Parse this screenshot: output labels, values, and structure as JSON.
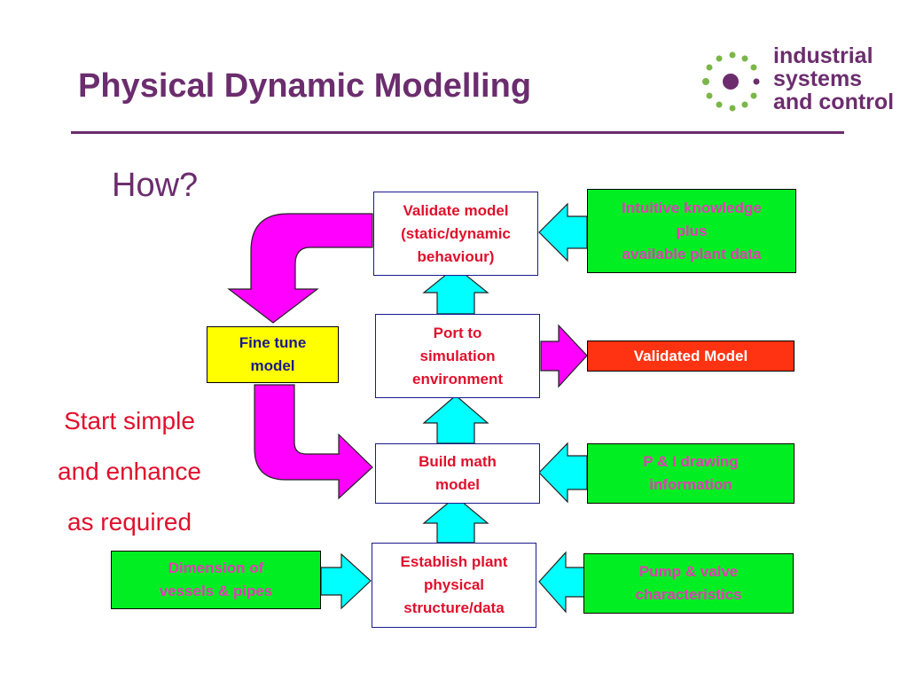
{
  "header": {
    "title": "Physical Dynamic Modelling",
    "logo_lines": [
      "industrial",
      "systems",
      "and control"
    ]
  },
  "subtitle": "How?",
  "side_note": [
    "Start simple",
    "and enhance",
    "as required"
  ],
  "nodes": {
    "validate": "Validate model\n(static/dynamic\nbehaviour)",
    "port": "Port to\nsimulation\nenvironment",
    "build": "Build math\nmodel",
    "establish": "Establish plant\nphysical\nstructure/data",
    "fine_tune": "Fine tune\nmodel",
    "validated": "Validated Model",
    "intuitive": "Intuitive knowledge\nplus\navailable plant data",
    "pid": "P & I drawing\ninformation",
    "dimension": "Dimension of\nvessels & pipes",
    "pump": "Pump & valve\ncharacteristics"
  },
  "colors": {
    "brand_purple": "#6b2d6e",
    "node_text_red": "#e0102c",
    "input_green": "#00ee22",
    "input_text_pink": "#e83ab8",
    "fine_tune_yellow": "#ffff00",
    "output_red": "#ff3311",
    "arrow_cyan": "#00ffff",
    "arrow_magenta": "#ff00ff"
  }
}
